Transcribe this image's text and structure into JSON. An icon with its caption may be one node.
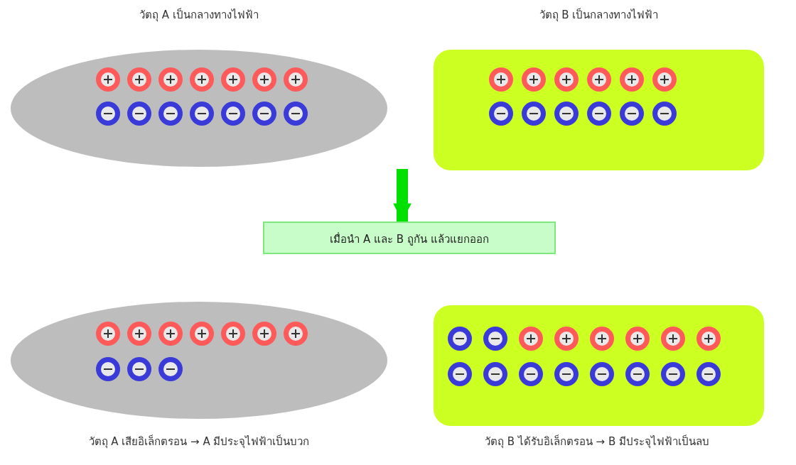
{
  "diagram": {
    "nodes": [
      {
        "text": [
          "วัตถุ A เป็นกลางทางไฟฟ้า"
        ]
      },
      {
        "text": [
          "วัตถุ B เป็นกลางทางไฟฟ้า"
        ]
      },
      {
        "text": [
          "เมื่อนำ A และ B ถูกัน แล้วแยกออก"
        ]
      },
      {
        "text": [
          "วัตถุ A เสียอิเล็กตรอน → A มีประจุไฟฟ้าเป็นบวก"
        ]
      },
      {
        "text": [
          "วัตถุ B ได้รับอิเล็กตรอน → B มีประจุไฟฟ้าเป็นลบ"
        ]
      }
    ],
    "edges": [
      {
        "from": null,
        "to": 2,
        "arrow": "to",
        "color": "#00e000"
      }
    ]
  }
}
